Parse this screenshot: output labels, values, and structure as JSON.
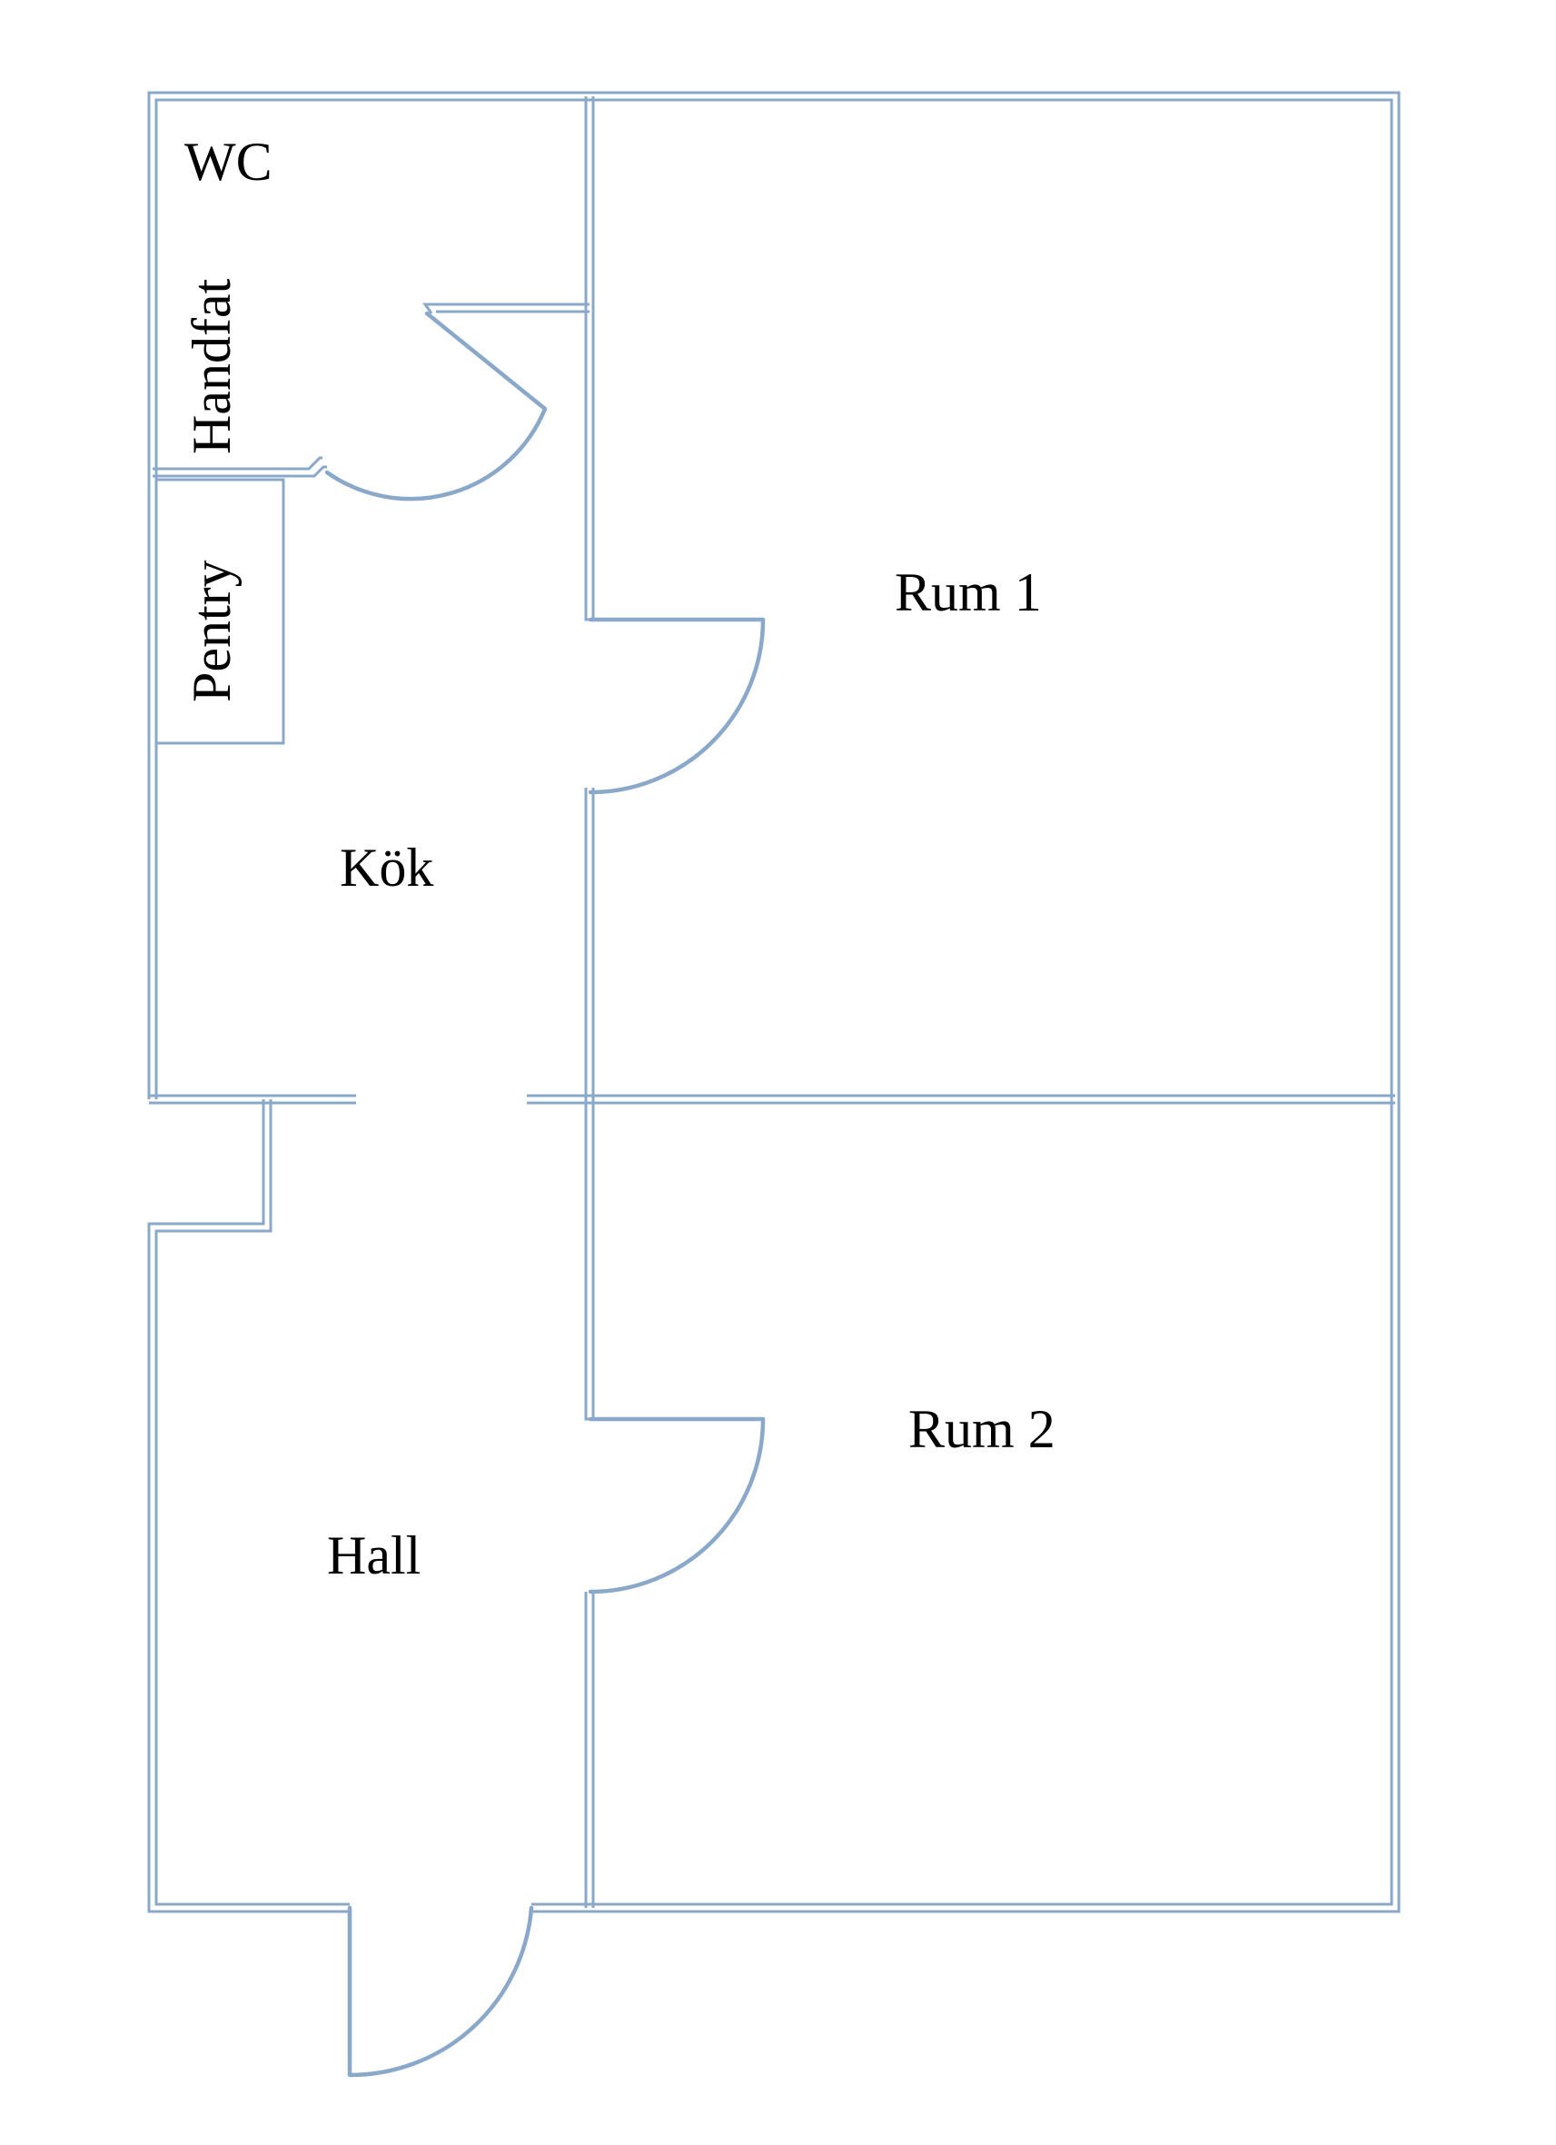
{
  "floor_plan": {
    "colors": {
      "wall": "#8aa8c9",
      "text": "#000000",
      "background": "#ffffff"
    },
    "rooms": {
      "wc": "WC",
      "handfat": "Handfat",
      "pentry": "Pentry",
      "kok": "Kök",
      "rum1": "Rum 1",
      "rum2": "Rum 2",
      "hall": "Hall"
    }
  }
}
